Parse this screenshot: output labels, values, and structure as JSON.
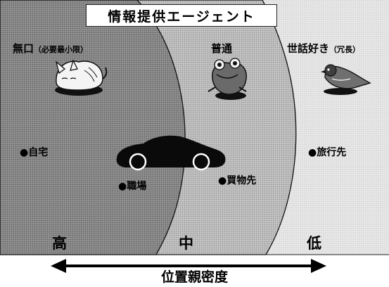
{
  "title": "情報提供エージェント",
  "zones": {
    "inner": {
      "name": "無口",
      "note": "（必要最小限）"
    },
    "middle": {
      "name": "普通"
    },
    "outer": {
      "name": "世話好き",
      "note": "（冗長）"
    }
  },
  "places": {
    "home": "自宅",
    "work": "職場",
    "shopping": "買物先",
    "travel": "旅行先"
  },
  "levels": {
    "high": "高",
    "mid": "中",
    "low": "低"
  },
  "axis_label": "位置親密度",
  "bullet": "●",
  "icons": [
    "cat-icon",
    "frog-icon",
    "sparrow-icon",
    "car-icon"
  ],
  "colors": {
    "inner_zone": "#8a8a8a",
    "middle_zone": "#bdbdbd",
    "outer_zone": "#e4e4e4",
    "ink": "#000000"
  }
}
